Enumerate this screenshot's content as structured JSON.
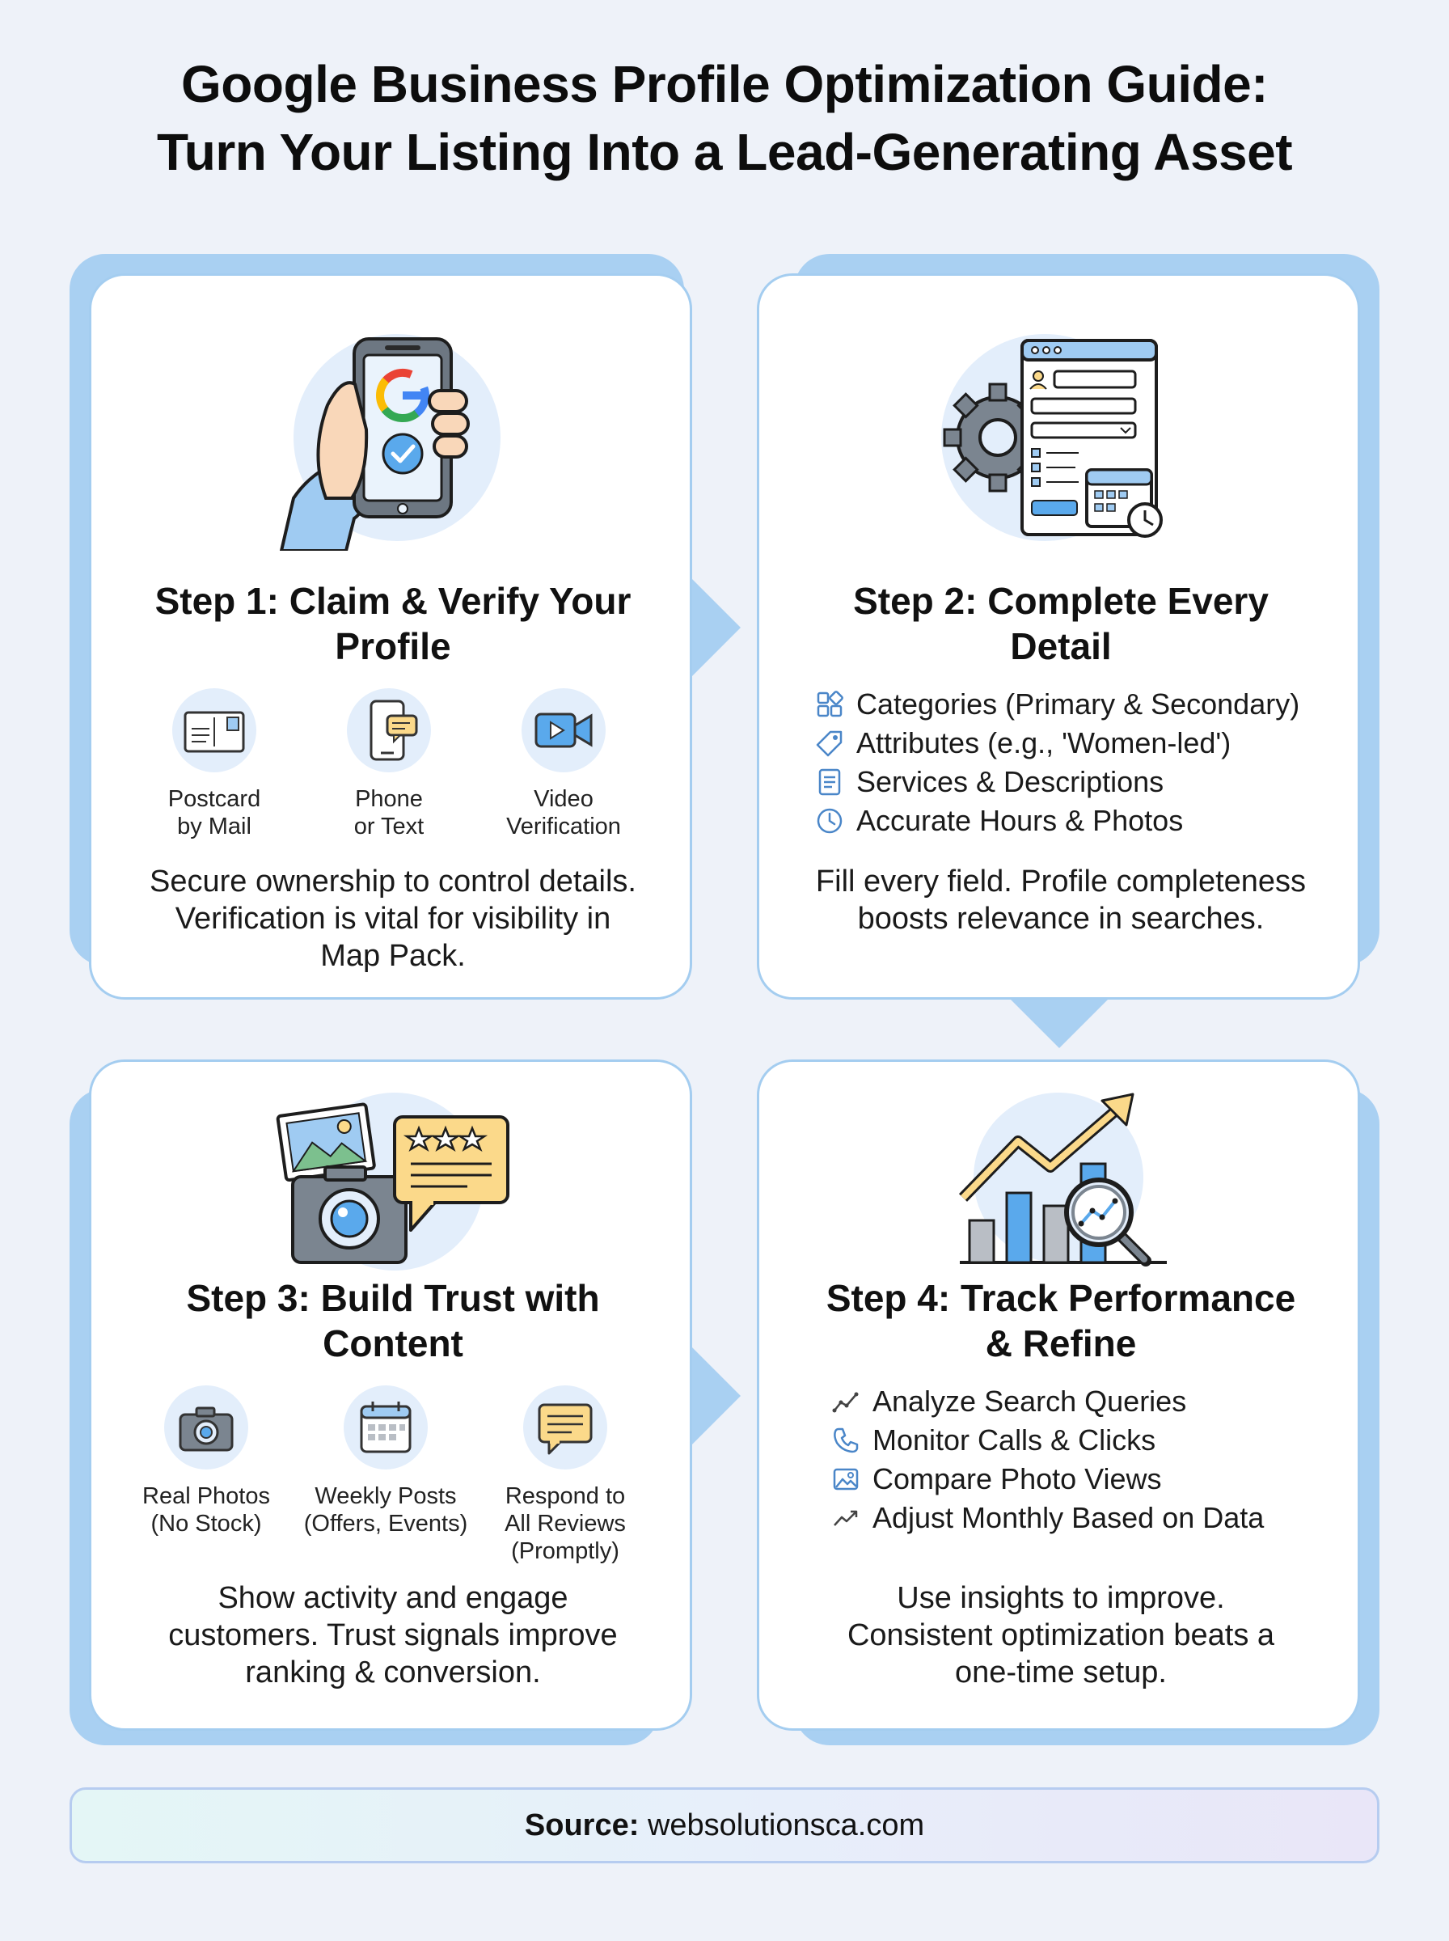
{
  "title": {
    "line1": "Google Business Profile Optimization Guide:",
    "line2": "Turn Your Listing Into a Lead-Generating Asset"
  },
  "colors": {
    "accent_blue": "#a9d0f2",
    "icon_blue": "#5aa9ec",
    "icon_yellow": "#fbd98a",
    "background": "#eef2f9"
  },
  "steps": [
    {
      "title": "Step 1: Claim & Verify Your Profile",
      "title_lines": [
        "Step 1: Claim & Verify Your",
        "Profile"
      ],
      "illustration": "phone-verify-illustration",
      "methods": [
        {
          "icon": "postcard-icon",
          "line1": "Postcard",
          "line2": "by Mail"
        },
        {
          "icon": "phone-message-icon",
          "line1": "Phone",
          "line2": "or Text"
        },
        {
          "icon": "video-camera-icon",
          "line1": "Video",
          "line2": "Verification"
        }
      ],
      "desc_lines": [
        "Secure ownership to control details.",
        "Verification is vital for visibility in",
        "Map Pack."
      ]
    },
    {
      "title": "Step 2: Complete Every Detail",
      "title_lines": [
        "Step 2: Complete Every",
        "Detail"
      ],
      "illustration": "profile-form-settings-illustration",
      "items": [
        {
          "icon": "categories-icon",
          "label": "Categories (Primary & Secondary)"
        },
        {
          "icon": "tag-icon",
          "label": "Attributes (e.g., 'Women-led')"
        },
        {
          "icon": "document-icon",
          "label": "Services & Descriptions"
        },
        {
          "icon": "clock-icon",
          "label": "Accurate Hours & Photos"
        }
      ],
      "desc_lines": [
        "Fill every field. Profile completeness",
        "boosts relevance in searches."
      ]
    },
    {
      "title": "Step 3: Build Trust with Content",
      "title_lines": [
        "Step 3: Build Trust with",
        "Content"
      ],
      "illustration": "photo-review-illustration",
      "methods": [
        {
          "icon": "camera-icon",
          "line1": "Real Photos",
          "line2": "(No Stock)"
        },
        {
          "icon": "calendar-icon",
          "line1": "Weekly Posts",
          "line2": "(Offers, Events)"
        },
        {
          "icon": "chat-bubble-icon",
          "line1": "Respond to",
          "line2": "All Reviews",
          "line3": "(Promptly)"
        }
      ],
      "desc_lines": [
        "Show activity and engage",
        "customers. Trust signals improve",
        "ranking & conversion."
      ]
    },
    {
      "title": "Step 4: Track Performance & Refine",
      "title_lines": [
        "Step 4: Track Performance",
        "& Refine"
      ],
      "illustration": "growth-chart-magnifier-illustration",
      "items": [
        {
          "icon": "analytics-icon",
          "label": "Analyze Search Queries"
        },
        {
          "icon": "phone-icon",
          "label": "Monitor Calls & Clicks"
        },
        {
          "icon": "image-icon",
          "label": "Compare Photo Views"
        },
        {
          "icon": "trend-icon",
          "label": "Adjust Monthly Based on Data"
        }
      ],
      "desc_lines": [
        "Use insights to improve.",
        "Consistent optimization beats a",
        "one-time setup."
      ]
    }
  ],
  "source": {
    "label": "Source:",
    "value": "websolutionsca.com"
  }
}
